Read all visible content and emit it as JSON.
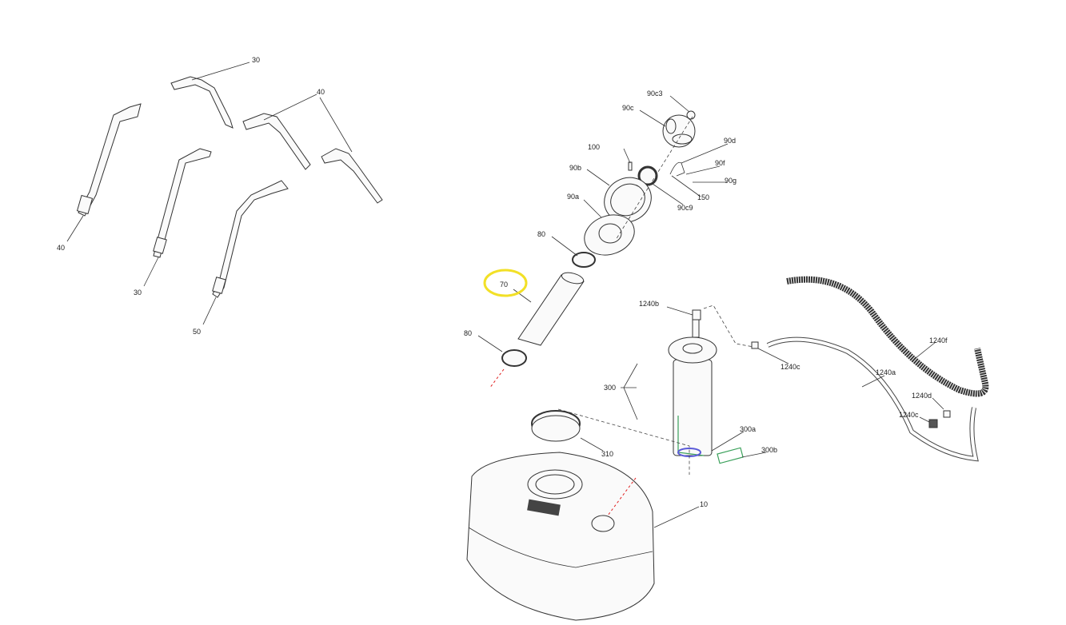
{
  "diagram": {
    "highlight_color": "#f2e027",
    "labels": {
      "strap_30_top": "30",
      "strap_40_top": "40",
      "strap_40_left": "40",
      "strap_30_mid": "30",
      "strap_50": "50",
      "cap_90c3": "90c3",
      "cap_90c": "90c",
      "screw_100": "100",
      "ring_90b": "90b",
      "part_90d": "90d",
      "part_90f": "90f",
      "part_90g": "90g",
      "part_150": "150",
      "seal_90c9": "90c9",
      "neck_90a": "90a",
      "clamp_80_top": "80",
      "hose_70": "70",
      "clamp_80_bottom": "80",
      "fitting_1240b": "1240b",
      "fitting_1240c_top": "1240c",
      "hose_1240f": "1240f",
      "hose_1240a": "1240a",
      "fitting_1240d": "1240d",
      "fitting_1240c_bottom": "1240c",
      "pump_300": "300",
      "part_300a": "300a",
      "filter_300b": "300b",
      "ring_310": "310",
      "tank_10": "10"
    }
  }
}
